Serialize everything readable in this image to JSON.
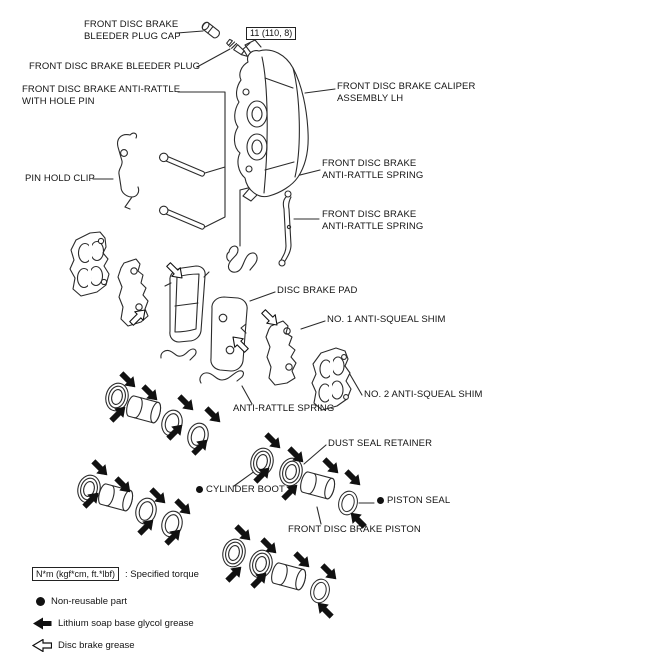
{
  "labels": {
    "bleeder_plug_cap": "FRONT DISC BRAKE\nBLEEDER PLUG CAP",
    "bleeder_plug": "FRONT DISC BRAKE BLEEDER PLUG",
    "anti_rattle_hole_pin": "FRONT DISC BRAKE ANTI-RATTLE\nWITH HOLE PIN",
    "pin_hold_clip": "PIN HOLD CLIP",
    "caliper_assembly": "FRONT DISC BRAKE CALIPER\nASSEMBLY LH",
    "anti_rattle_spring_1": "FRONT DISC BRAKE\nANTI-RATTLE SPRING",
    "anti_rattle_spring_2": "FRONT DISC BRAKE\nANTI-RATTLE SPRING",
    "disc_brake_pad": "DISC BRAKE PAD",
    "no1_anti_squeal_shim": "NO. 1 ANTI-SQUEAL SHIM",
    "no2_anti_squeal_shim": "NO. 2 ANTI-SQUEAL SHIM",
    "anti_rattle_spring_3": "ANTI-RATTLE SPRING",
    "dust_seal_retainer": "DUST SEAL RETAINER",
    "cylinder_boot": "CYLINDER BOOT",
    "piston_seal": "PISTON SEAL",
    "front_disc_brake_piston": "FRONT DISC BRAKE PISTON",
    "torque_value": "11 (110, 8)"
  },
  "legend": {
    "torque_box": "N*m (kgf*cm, ft.*lbf)",
    "torque_desc": ": Specified torque",
    "non_reusable": "Non-reusable part",
    "lithium_grease": "Lithium soap base glycol grease",
    "disc_brake_grease": "Disc brake grease"
  },
  "colors": {
    "line": "#2b2b2b",
    "text": "#141414",
    "background": "#ffffff",
    "grease_arrow_fill": "#111111"
  }
}
